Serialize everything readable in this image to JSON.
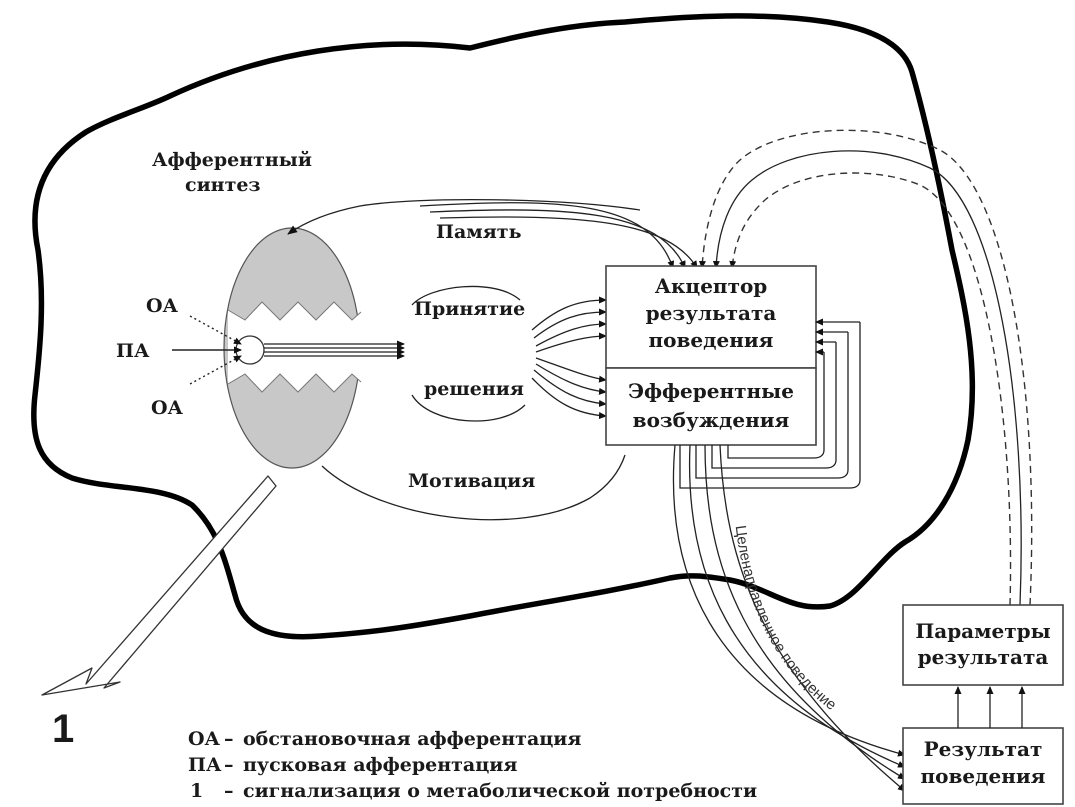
{
  "labels": {
    "afferent_synthesis_line1": "Афферентный",
    "afferent_synthesis_line2": "синтез",
    "memory": "Память",
    "decision_line1": "Принятие",
    "decision_line2": "решения",
    "motivation": "Мотивация",
    "oa_top": "ОА",
    "pa": "ПА",
    "oa_bottom": "ОА",
    "need_signal_marker": "1",
    "purposeful_behavior": "Целенаправленное поведение"
  },
  "boxes": {
    "acceptor": [
      "Акцептор",
      "результата",
      "поведения"
    ],
    "efferent": [
      "Эфферентные",
      "возбуждения"
    ],
    "parameters": [
      "Параметры",
      "результата"
    ],
    "result": [
      "Результат",
      "поведения"
    ]
  },
  "legend": [
    {
      "key": "ОА",
      "sep": "–",
      "text": "обстановочная афферентация"
    },
    {
      "key": "ПА",
      "sep": "–",
      "text": "пусковая афферентация"
    },
    {
      "key": "1",
      "sep": "–",
      "text": "сигнализация о метаболической потребности"
    }
  ],
  "colors": {
    "ink": "#1a1a1a",
    "ellipse_fill": "#c8c8c8",
    "brain_outline": "#000000"
  }
}
